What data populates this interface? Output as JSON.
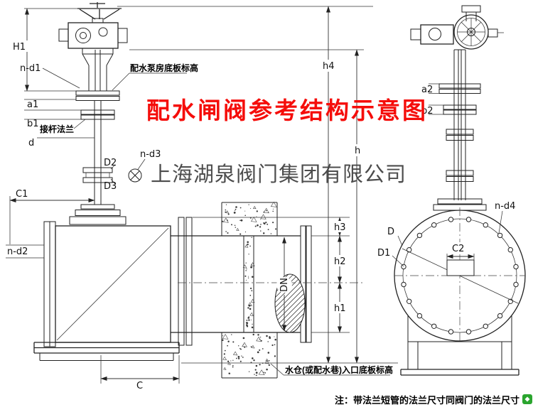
{
  "title": "配水闸阀参考结构示意图",
  "company_watermark": "上海湖泉阀门集团有限公司",
  "note": "注：带法兰短管的法兰尺寸同阀门的法兰尺寸",
  "annotations": {
    "pump_room_floor": "配水泵房底板标高",
    "stem_flange": "接杆法兰",
    "sump_inlet_floor": "水仓(或配水巷)入口底板标高"
  },
  "labels": {
    "H1": "H1",
    "n_d1": "n-d1",
    "a1": "a1",
    "b1": "b1",
    "d": "d",
    "D2": "D2",
    "D3": "D3",
    "n_d3": "n-d3",
    "C1": "C1",
    "n_d2": "n-d2",
    "DN": "DN",
    "C": "C",
    "h4": "h4",
    "h": "h",
    "h3": "h3",
    "h2": "h2",
    "h1": "h1",
    "a2": "a2",
    "b2": "b2",
    "n_d4": "n-d4",
    "D": "D",
    "D1": "D1",
    "C2": "C2"
  },
  "colors": {
    "line": "#222222",
    "title_red": "#f50d0a",
    "watermark_gray": "#3d3d3d",
    "badge_green": "#2aa52e"
  }
}
